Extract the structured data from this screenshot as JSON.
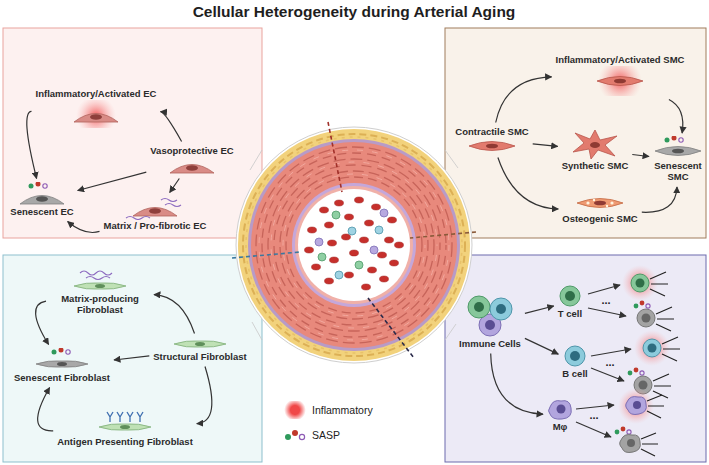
{
  "diagram": {
    "title": "Cellular Heterogeneity during Arterial Aging",
    "nodes": [
      {
        "text": [
          "Inflammatory/Activated EC"
        ]
      },
      {
        "text": [
          "Vasoprotective EC"
        ]
      },
      {
        "text": [
          "Senescent EC"
        ]
      },
      {
        "text": [
          "Matrix / Pro-fibrotic EC"
        ]
      },
      {
        "text": [
          "Inflammatory/Activated SMC"
        ]
      },
      {
        "text": [
          "Contractile SMC"
        ]
      },
      {
        "text": [
          "Synthetic SMC"
        ]
      },
      {
        "text": [
          "Osteogenic SMC"
        ]
      },
      {
        "text": [
          "Senescent SMC"
        ]
      },
      {
        "text": [
          "Matrix-producing Fibroblast"
        ]
      },
      {
        "text": [
          "Structural Fibroblast"
        ]
      },
      {
        "text": [
          "Senescent Fibroblast"
        ]
      },
      {
        "text": [
          "Antigen Presenting Fibroblast"
        ]
      },
      {
        "text": [
          "Immune Cells"
        ]
      },
      {
        "text": [
          "T cell"
        ]
      },
      {
        "text": [
          "B cell"
        ]
      },
      {
        "text": [
          "Mφ"
        ]
      }
    ],
    "edges": [
      {
        "from": 1,
        "to": 0,
        "arrow": "to"
      },
      {
        "from": 1,
        "to": 2,
        "arrow": "to"
      },
      {
        "from": 1,
        "to": 3,
        "arrow": "to"
      },
      {
        "from": 0,
        "to": 2,
        "arrow": "to"
      },
      {
        "from": 3,
        "to": 2,
        "arrow": "to"
      },
      {
        "from": 5,
        "to": 4,
        "arrow": "to"
      },
      {
        "from": 5,
        "to": 6,
        "arrow": "to"
      },
      {
        "from": 5,
        "to": 7,
        "arrow": "to"
      },
      {
        "from": 4,
        "to": 8,
        "arrow": "to"
      },
      {
        "from": 6,
        "to": 8,
        "arrow": "to"
      },
      {
        "from": 7,
        "to": 8,
        "arrow": "to"
      },
      {
        "from": 10,
        "to": 9,
        "arrow": "to"
      },
      {
        "from": 10,
        "to": 11,
        "arrow": "to"
      },
      {
        "from": 10,
        "to": 12,
        "arrow": "to"
      },
      {
        "from": 9,
        "to": 11,
        "arrow": "to"
      },
      {
        "from": 12,
        "to": 11,
        "arrow": "to"
      },
      {
        "from": 13,
        "to": 14,
        "arrow": "to"
      },
      {
        "from": 13,
        "to": 15,
        "arrow": "to"
      },
      {
        "from": 13,
        "to": 16,
        "arrow": "to"
      }
    ],
    "labels": [
      "...",
      "...",
      "..."
    ],
    "legend": [
      {
        "text": "Inflammatory",
        "color": "#f04848"
      },
      {
        "text": "SASP"
      }
    ]
  }
}
